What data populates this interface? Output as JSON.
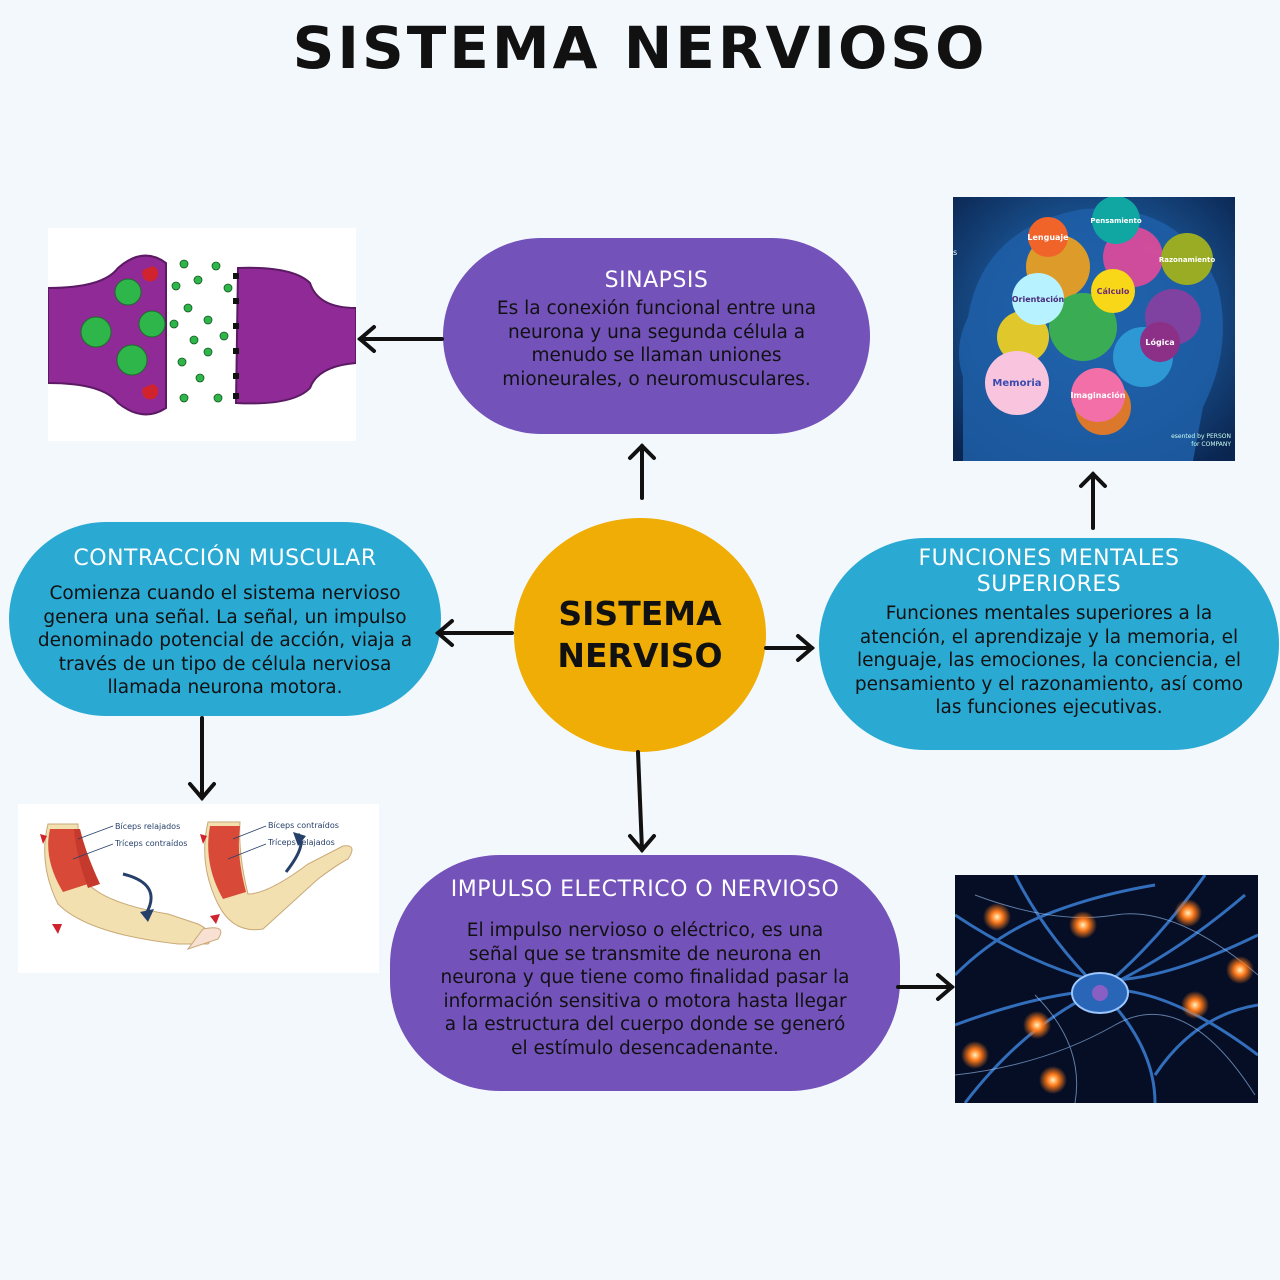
{
  "title": "SISTEMA NERVIOSO",
  "center": {
    "label": "SISTEMA NERVISO"
  },
  "sinapsis": {
    "title": "SINAPSIS",
    "text": "Es la conexión funcional entre una neurona y una segunda célula a menudo se llaman uniones mioneurales, o neuromusculares."
  },
  "contraccion": {
    "title": "CONTRACCIÓN MUSCULAR",
    "text": "Comienza cuando el sistema nervioso genera una señal. La señal, un impulso denominado potencial de acción, viaja a través de un tipo de célula nerviosa llamada neurona motora."
  },
  "funciones": {
    "title": "FUNCIONES MENTALES SUPERIORES",
    "text": "Funciones mentales superiores a la atención, el aprendizaje y la memoria, el lenguaje, las emociones, la conciencia, el pensamiento y el razonamiento, así como las funciones ejecutivas."
  },
  "impulso": {
    "title": "IMPULSO ELECTRICO O NERVIOSO",
    "text": "El impulso nervioso o eléctrico, es una señal que se transmite de neurona en neurona y que tiene como finalidad pasar la información sensitiva o motora hasta llegar a la estructura del cuerpo donde se generó el estímulo desencadenante."
  },
  "brain_labels": {
    "lenguaje": "Lenguaje",
    "pensamiento": "Pensamiento",
    "razonamiento": "Razonamiento",
    "orientacion": "Orientación",
    "calculo": "Cálculo",
    "logica": "Lógica",
    "memoria": "Memoria",
    "imaginacion": "Imaginación",
    "credit1": "esented by PERSON",
    "credit2": "for COMPANY",
    "edge": "s"
  },
  "muscle_labels": {
    "a1": "Bíceps relajados",
    "a2": "Tríceps contraídos",
    "b1": "Bíceps contraídos",
    "b2": "Tríceps relajados"
  },
  "colors": {
    "purple": "#7352ba",
    "blue": "#2aa9d3",
    "center": "#efad05",
    "background": "#f3f8fd"
  }
}
